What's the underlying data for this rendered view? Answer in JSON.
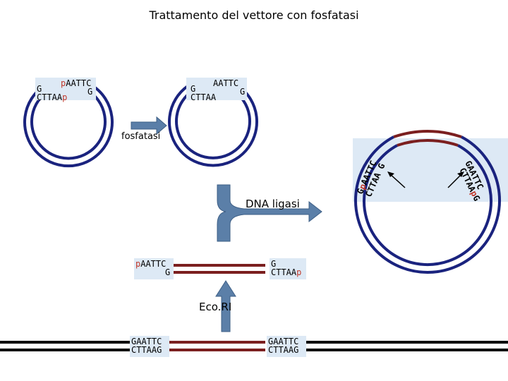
{
  "title": "Trattamento del vettore con fosfatasi",
  "left_plasmid": {
    "top_p": "p",
    "top_seq": "AATTC",
    "left_g": "G",
    "right_g": "G",
    "bottom_seq": "CTTAA",
    "bottom_p": "p"
  },
  "middle_plasmid": {
    "top_seq": "AATTC",
    "left_g": "G",
    "right_g": "G",
    "bottom_seq": "CTTAA"
  },
  "arrow_label": "fosfatasi",
  "ligase_label": "DNA ligasi",
  "insert": {
    "left_top_p": "p",
    "left_top_seq": "AATTC",
    "left_bottom": "G",
    "right_top": "G",
    "right_bottom_seq": "CTTAA",
    "right_bottom_p": "p"
  },
  "enzyme_label": "Eco.RI",
  "genomic": {
    "left_top": "GAATTC",
    "left_bottom": "CTTAAG",
    "right_top": "GAATTC",
    "right_bottom": "CTTAAG"
  },
  "recombinant": {
    "left_a": "G",
    "left_b": "p",
    "left_c": "AATTC",
    "left_d": "CTTAA",
    "left_e": "G",
    "right_a": "G",
    "right_b": "AATTC",
    "right_c": "CTTAA",
    "right_d": "p",
    "right_e": "G"
  },
  "colors": {
    "plasmid": "#1a237e",
    "insert": "#7b1f1f",
    "phosphate": "#c0392b",
    "highlight": "#dde9f5"
  }
}
